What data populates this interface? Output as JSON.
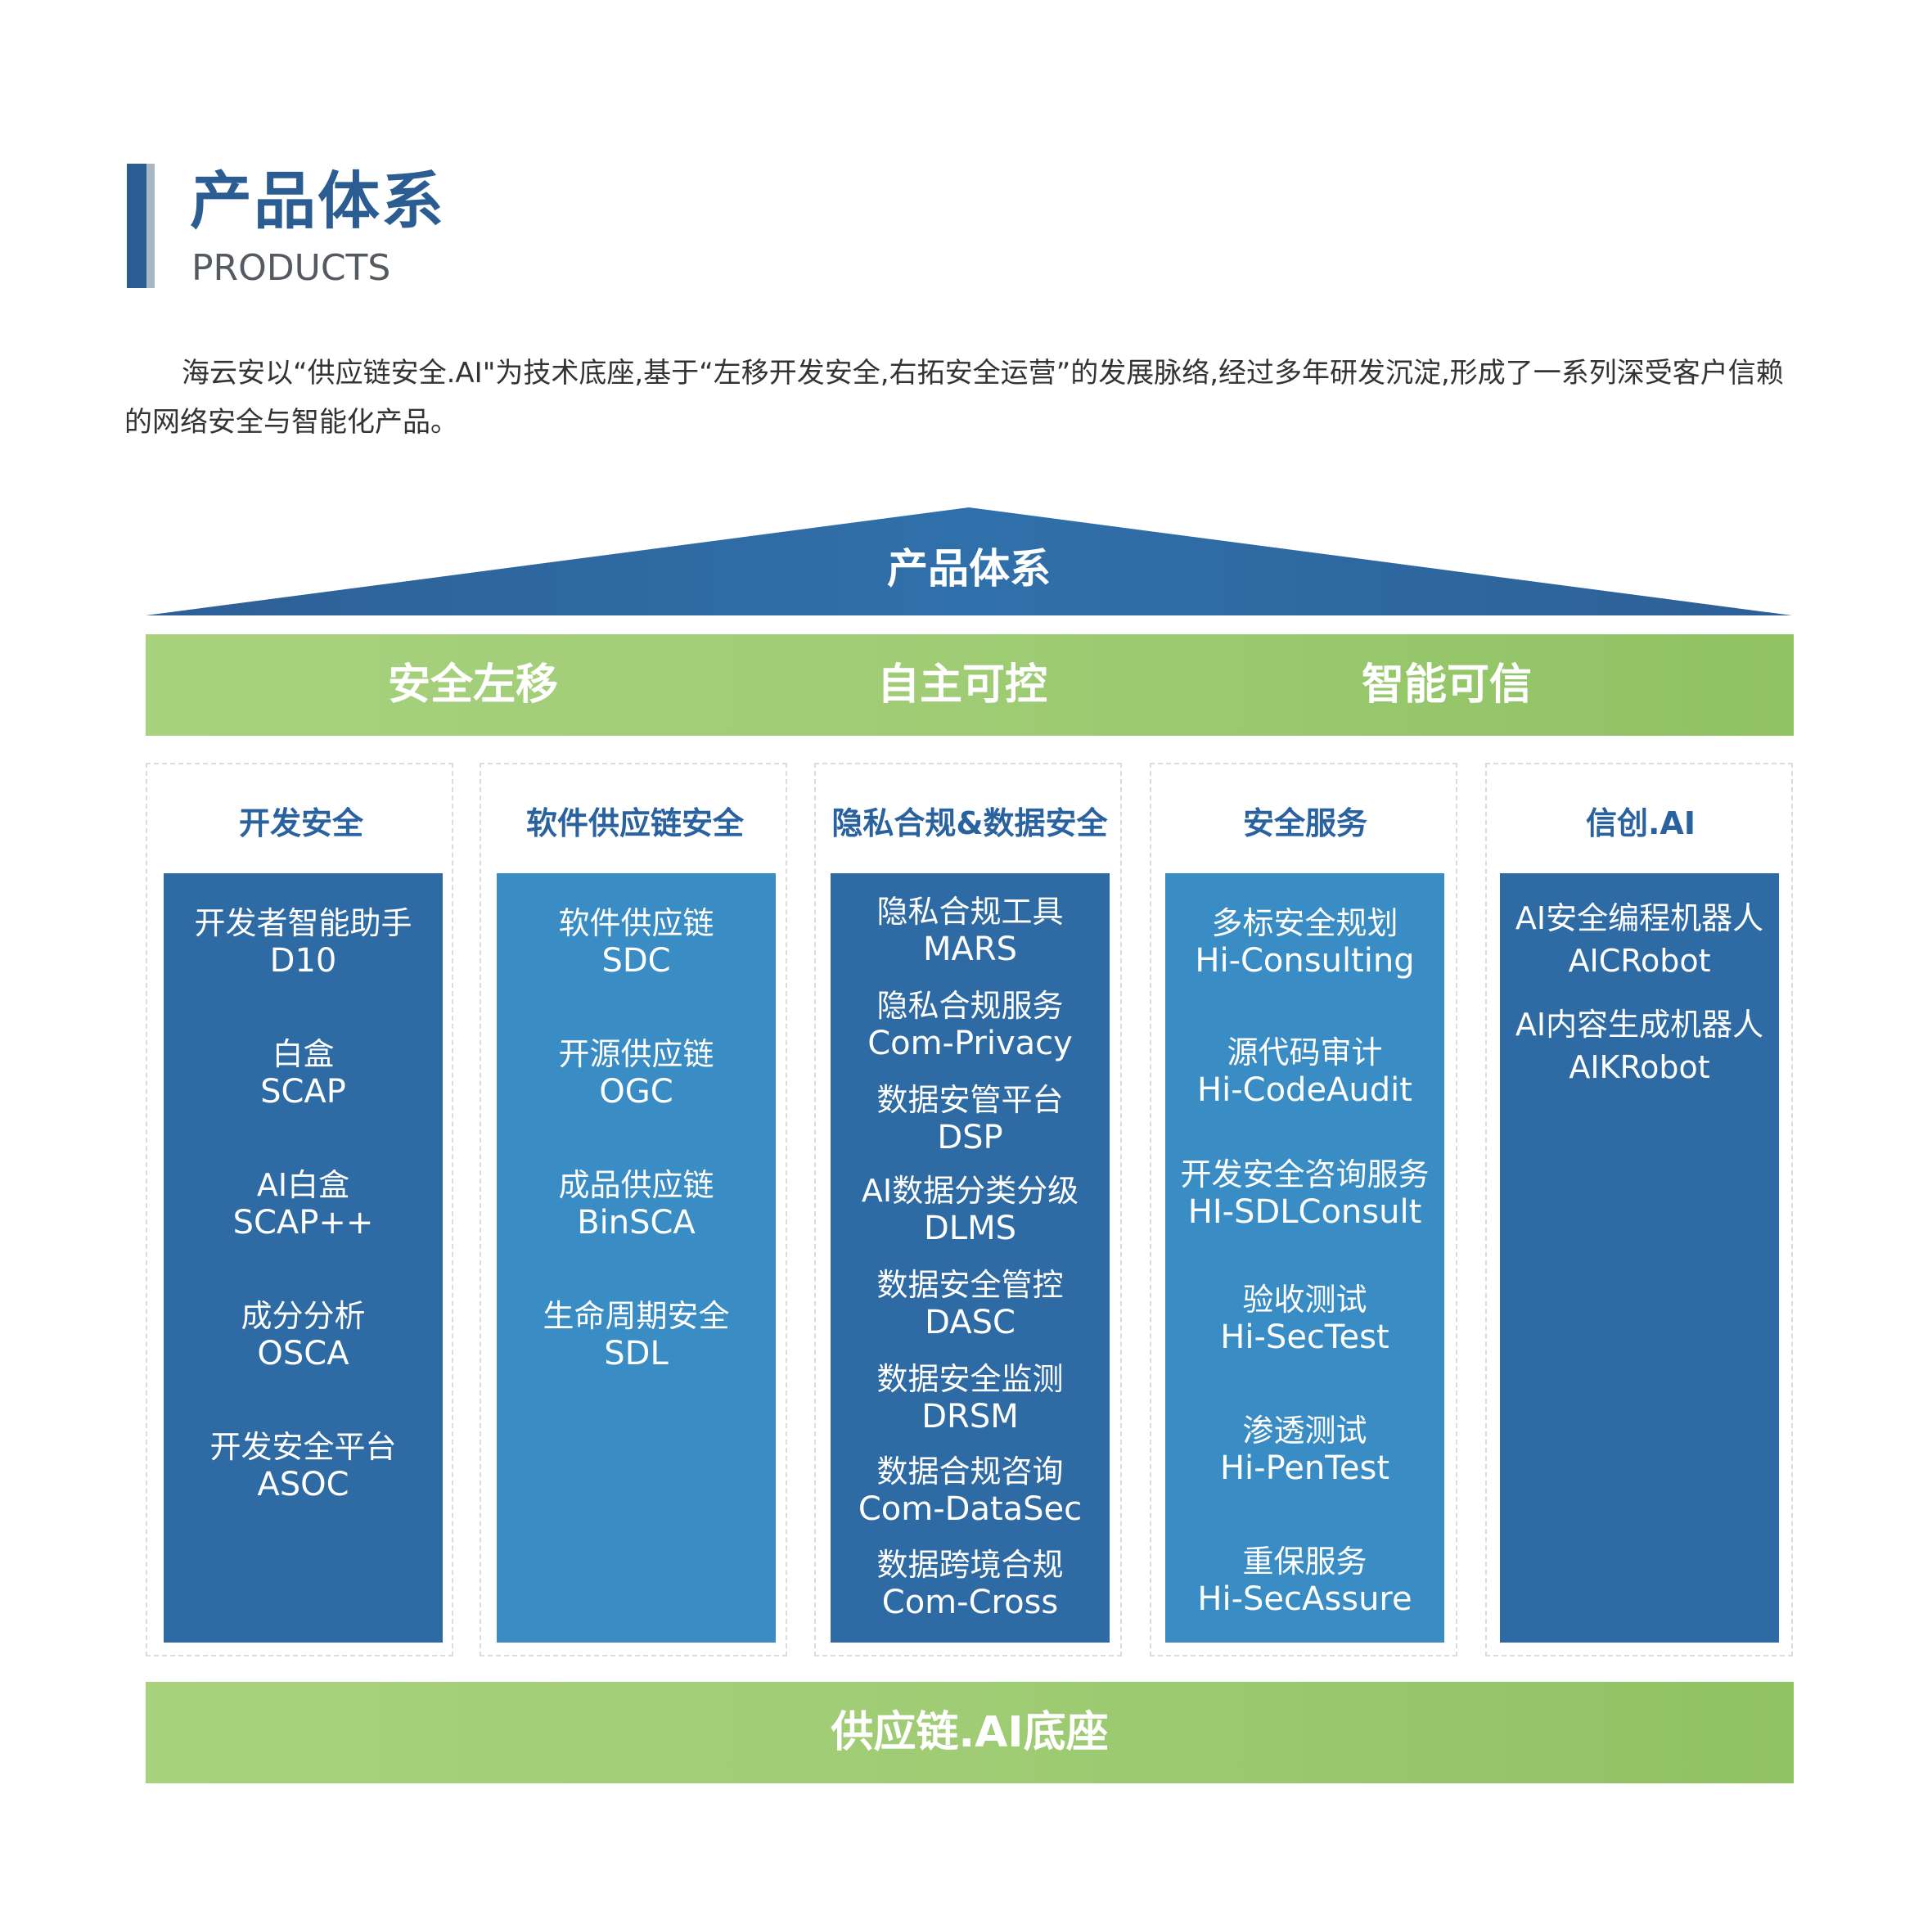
{
  "header": {
    "title": "产品体系",
    "subtitle": "PRODUCTS",
    "intro": "海云安以“供应链安全.AI\"为技术底座,基于“左移开发安全,右拓安全运营”的发展脉络,经过多年研发沉淀,形成了一系列深受客户信赖的网络安全与智能化产品。"
  },
  "roof": {
    "label": "产品体系"
  },
  "pillars": [
    "安全左移",
    "自主可控",
    "智能可信"
  ],
  "base": {
    "label": "供应链.AI底座"
  },
  "colors": {
    "title_blue": "#2b5d92",
    "roof_blue": "#2f6ea8",
    "box_dark": "#2e6aa3",
    "box_light": "#3a8cc5",
    "green_band": "#9fcc74"
  },
  "columns": [
    {
      "heading": "开发安全",
      "items": [
        {
          "zh": "开发者智能助手",
          "en": "D10"
        },
        {
          "zh": "白盒",
          "en": "SCAP"
        },
        {
          "zh": "AI白盒",
          "en": "SCAP++"
        },
        {
          "zh": "成分分析",
          "en": "OSCA"
        },
        {
          "zh": "开发安全平台",
          "en": "ASOC"
        }
      ]
    },
    {
      "heading": "软件供应链安全",
      "items": [
        {
          "zh": "软件供应链",
          "en": "SDC"
        },
        {
          "zh": "开源供应链",
          "en": "OGC"
        },
        {
          "zh": "成品供应链",
          "en": "BinSCA"
        },
        {
          "zh": "生命周期安全",
          "en": "SDL"
        }
      ]
    },
    {
      "heading": "隐私合规&数据安全",
      "items": [
        {
          "zh": "隐私合规工具",
          "en": "MARS"
        },
        {
          "zh": "隐私合规服务",
          "en": "Com-Privacy"
        },
        {
          "zh": "数据安管平台",
          "en": "DSP"
        },
        {
          "zh": "AI数据分类分级",
          "en": "DLMS"
        },
        {
          "zh": "数据安全管控",
          "en": "DASC"
        },
        {
          "zh": "数据安全监测",
          "en": "DRSM"
        },
        {
          "zh": "数据合规咨询",
          "en": "Com-DataSec"
        },
        {
          "zh": "数据跨境合规",
          "en": "Com-Cross"
        }
      ]
    },
    {
      "heading": "安全服务",
      "items": [
        {
          "zh": "多标安全规划",
          "en": "Hi-Consulting"
        },
        {
          "zh": "源代码审计",
          "en": "Hi-CodeAudit"
        },
        {
          "zh": "开发安全咨询服务",
          "en": "HI-SDLConsult"
        },
        {
          "zh": "验收测试",
          "en": "Hi-SecTest"
        },
        {
          "zh": "渗透测试",
          "en": "Hi-PenTest"
        },
        {
          "zh": "重保服务",
          "en": "Hi-SecAssure"
        }
      ]
    },
    {
      "heading": "信创.AI",
      "items": [
        {
          "zh": "AI安全编程机器人",
          "en": "AICRobot"
        },
        {
          "zh": "AI内容生成机器人",
          "en": "AIKRobot"
        }
      ]
    }
  ]
}
